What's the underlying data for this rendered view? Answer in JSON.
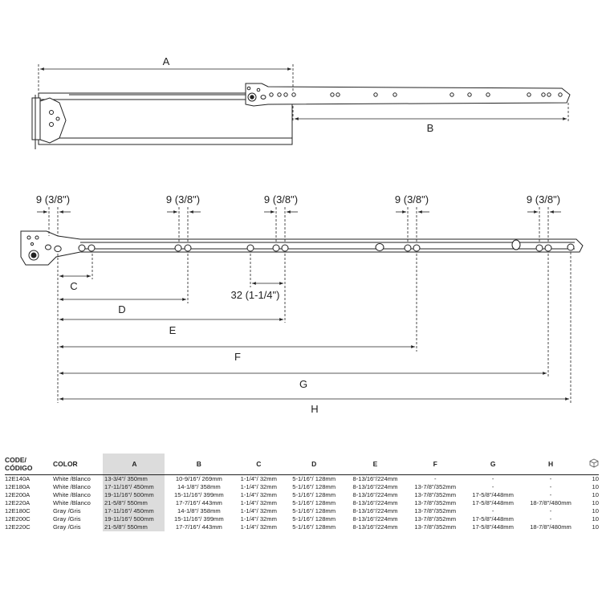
{
  "diagram": {
    "labels": {
      "A": "A",
      "B": "B",
      "C": "C",
      "D": "D",
      "E": "E",
      "F": "F",
      "G": "G",
      "H": "H",
      "hole_spacing": "9 (3/8\")",
      "pitch": "32 (1-1/4\")"
    }
  },
  "table": {
    "headers": {
      "code": [
        "CODE/",
        "CÓDIGO"
      ],
      "color": "COLOR",
      "A": "A",
      "B": "B",
      "C": "C",
      "D": "D",
      "E": "E",
      "F": "F",
      "G": "G",
      "H": "H",
      "box_icon": "box-icon"
    },
    "rows": [
      {
        "code": "12E140A",
        "color": "White /Blanco",
        "A": "13-3/4\"/ 350mm",
        "B": "10-9/16\"/ 269mm",
        "C": "1-1/4\"/ 32mm",
        "D": "5-1/16\"/ 128mm",
        "E": "8-13/16\"/224mm",
        "F": "-",
        "G": "-",
        "H": "-",
        "qty": "10"
      },
      {
        "code": "12E180A",
        "color": "White /Blanco",
        "A": "17-11/16\"/ 450mm",
        "B": "14-1/8\"/ 358mm",
        "C": "1-1/4\"/ 32mm",
        "D": "5-1/16\"/ 128mm",
        "E": "8-13/16\"/224mm",
        "F": "13-7/8\"/352mm",
        "G": "-",
        "H": "-",
        "qty": "10"
      },
      {
        "code": "12E200A",
        "color": "White /Blanco",
        "A": "19-11/16\"/ 500mm",
        "B": "15-11/16\"/ 399mm",
        "C": "1-1/4\"/ 32mm",
        "D": "5-1/16\"/ 128mm",
        "E": "8-13/16\"/224mm",
        "F": "13-7/8\"/352mm",
        "G": "17-5/8\"/448mm",
        "H": "-",
        "qty": "10"
      },
      {
        "code": "12E220A",
        "color": "White /Blanco",
        "A": "21-5/8\"/ 550mm",
        "B": "17-7/16\"/ 443mm",
        "C": "1-1/4\"/ 32mm",
        "D": "5-1/16\"/ 128mm",
        "E": "8-13/16\"/224mm",
        "F": "13-7/8\"/352mm",
        "G": "17-5/8\"/448mm",
        "H": "18-7/8\"/480mm",
        "qty": "10"
      },
      {
        "code": "12E180C",
        "color": "Gray /Gris",
        "A": "17-11/16\"/ 450mm",
        "B": "14-1/8\"/ 358mm",
        "C": "1-1/4\"/ 32mm",
        "D": "5-1/16\"/ 128mm",
        "E": "8-13/16\"/224mm",
        "F": "13-7/8\"/352mm",
        "G": "-",
        "H": "-",
        "qty": "10"
      },
      {
        "code": "12E200C",
        "color": "Gray /Gris",
        "A": "19-11/16\"/ 500mm",
        "B": "15-11/16\"/ 399mm",
        "C": "1-1/4\"/ 32mm",
        "D": "5-1/16\"/ 128mm",
        "E": "8-13/16\"/224mm",
        "F": "13-7/8\"/352mm",
        "G": "17-5/8\"/448mm",
        "H": "-",
        "qty": "10"
      },
      {
        "code": "12E220C",
        "color": "Gray /Gris",
        "A": "21-5/8\"/ 550mm",
        "B": "17-7/16\"/ 443mm",
        "C": "1-1/4\"/ 32mm",
        "D": "5-1/16\"/ 128mm",
        "E": "8-13/16\"/224mm",
        "F": "13-7/8\"/352mm",
        "G": "17-5/8\"/448mm",
        "H": "18-7/8\"/480mm",
        "qty": "10"
      }
    ]
  }
}
